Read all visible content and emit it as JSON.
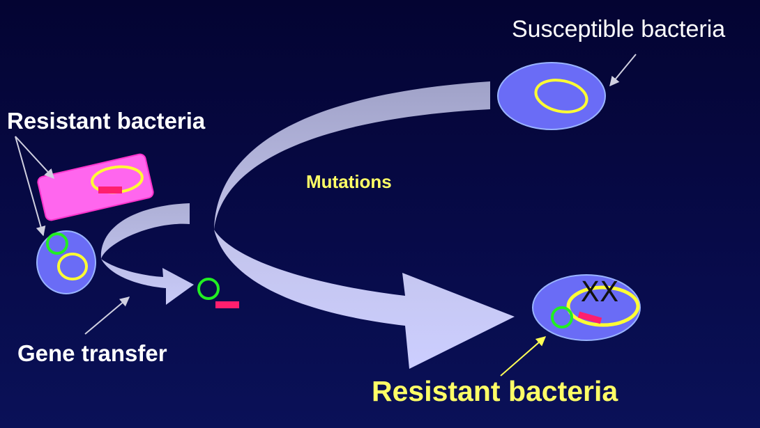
{
  "labels": {
    "susceptible": "Susceptible bacteria",
    "resistant_top": "Resistant bacteria",
    "mutations": "Mutations",
    "gene_transfer": "Gene transfer",
    "resistant_bottom": "Resistant bacteria"
  },
  "mutation_marks": "XX",
  "colors": {
    "background": "#050538",
    "bacterium_cell": "#6a6cf6",
    "cell_outline": "#9ab4ff",
    "rod_bacterium": "#ff66ee",
    "chromosome": "#ffff33",
    "plasmid": "#22ee22",
    "resistance_gene": "#ff1f6e",
    "arrow": "#c8c8f2",
    "callout_white": "#d0d0e0",
    "callout_yellow": "#ffff55",
    "resistant_label": "#ffff66",
    "mutations_label": "#ffff66"
  }
}
